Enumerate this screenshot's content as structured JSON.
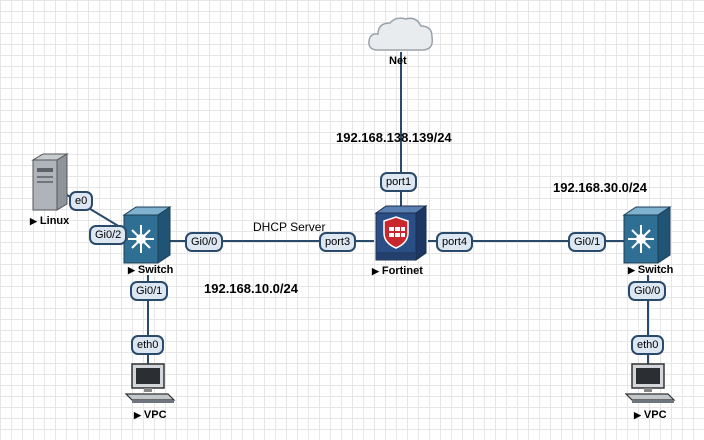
{
  "nodes": {
    "net": {
      "label": "Net"
    },
    "linux": {
      "label": "Linux"
    },
    "switch_left": {
      "label": "Switch"
    },
    "fortinet": {
      "label": "Fortinet"
    },
    "switch_right": {
      "label": "Switch"
    },
    "vpc_left": {
      "label": "VPC"
    },
    "vpc_right": {
      "label": "VPC"
    }
  },
  "ports": {
    "fortinet_port1": "port1",
    "fortinet_port3": "port3",
    "fortinet_port4": "port4",
    "linux_e0": "e0",
    "switch_left_gi02": "Gi0/2",
    "switch_left_gi00": "Gi0/0",
    "switch_left_gi01": "Gi0/1",
    "switch_right_gi01": "Gi0/1",
    "switch_right_gi00": "Gi0/0",
    "vpc_left_eth0": "eth0",
    "vpc_right_eth0": "eth0"
  },
  "annotations": {
    "wan_subnet": "192.168.138.139/24",
    "left_subnet": "192.168.10.0/24",
    "right_subnet": "192.168.30.0/24",
    "dhcp": "DHCP Server"
  },
  "colors": {
    "link": "#2a4a6b",
    "switch_face": "#2f6f93",
    "fortinet_red": "#c8282d"
  }
}
